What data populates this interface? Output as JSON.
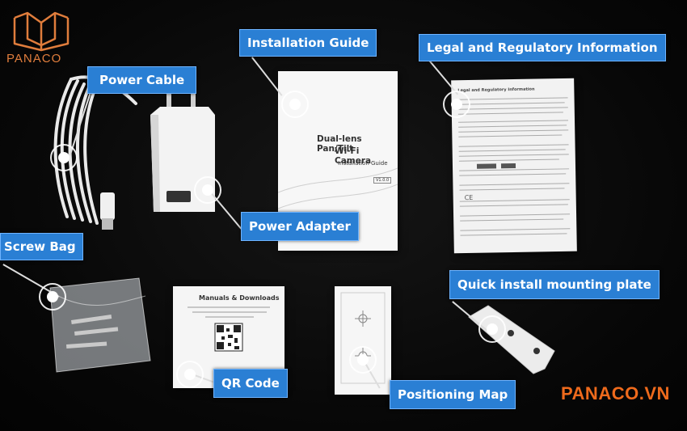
{
  "brand": {
    "logo_text": "PANACO",
    "website": "PANACO.VN",
    "accent_color": "#e07d3c"
  },
  "callouts": {
    "installation_guide": "Installation Guide",
    "legal": "Legal and Regulatory Information",
    "power_cable": "Power Cable",
    "power_adapter": "Power Adapter",
    "screw_bag": "Screw Bag",
    "quick_install_plate": "Quick install mounting plate",
    "qr_code": "QR Code",
    "positioning_map": "Positioning Map"
  },
  "guide_booklet": {
    "title_line1": "Dual-lens Pan/Tilt",
    "title_line2": "Wi-Fi Camera",
    "subtitle": "Installation Guide",
    "version": "V1.0.0"
  },
  "legal_sheet": {
    "heading": "Legal and Regulatory Information"
  },
  "qr_card": {
    "title": "Manuals & Downloads"
  },
  "colors": {
    "callout_bg": "#2a7fd4",
    "background": "#060606"
  }
}
